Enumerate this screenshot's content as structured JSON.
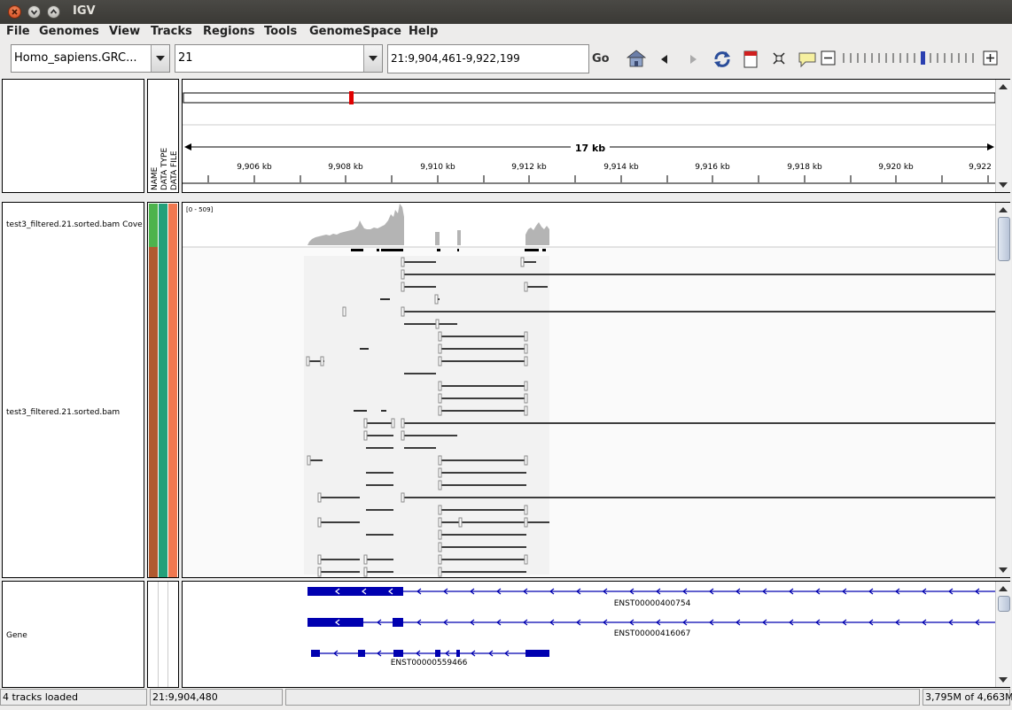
{
  "window": {
    "title": "IGV"
  },
  "menu": [
    "File",
    "Genomes",
    "View",
    "Tracks",
    "Regions",
    "Tools",
    "GenomeSpace",
    "Help"
  ],
  "toolbar": {
    "genome": "Homo_sapiens.GRC...",
    "chromosome": "21",
    "locus": "21:9,904,461-9,922,199",
    "go_label": "Go"
  },
  "ruler": {
    "span_label": "17 kb",
    "ticks": [
      "9,906 kb",
      "9,908 kb",
      "9,910 kb",
      "9,912 kb",
      "9,914 kb",
      "9,916 kb",
      "9,918 kb",
      "9,920 kb",
      "9,922"
    ]
  },
  "attribute_headers": [
    "NAME",
    "DATA TYPE",
    "DATA FILE"
  ],
  "tracks": {
    "coverage_name": "test3_filtered.21.sorted.bam Cove",
    "coverage_range": "[0 - 509]",
    "alignment_name": "test3_filtered.21.sorted.bam",
    "gene_name": "Gene",
    "transcripts": [
      "ENST00000400754",
      "ENST00000416067",
      "ENST00000559466"
    ]
  },
  "status": {
    "tracks_loaded": "4 tracks loaded",
    "position": "21:9,904,480",
    "message": "",
    "memory": "3,795M of 4,663M"
  },
  "colors": {
    "gene": "#0000b0",
    "coverage": "#b4b4b4",
    "name_attr_cov": "#4db34d",
    "name_attr_bam": "#b05a30",
    "datatype_attr": "#23a07a",
    "datafile_attr": "#f07850"
  }
}
